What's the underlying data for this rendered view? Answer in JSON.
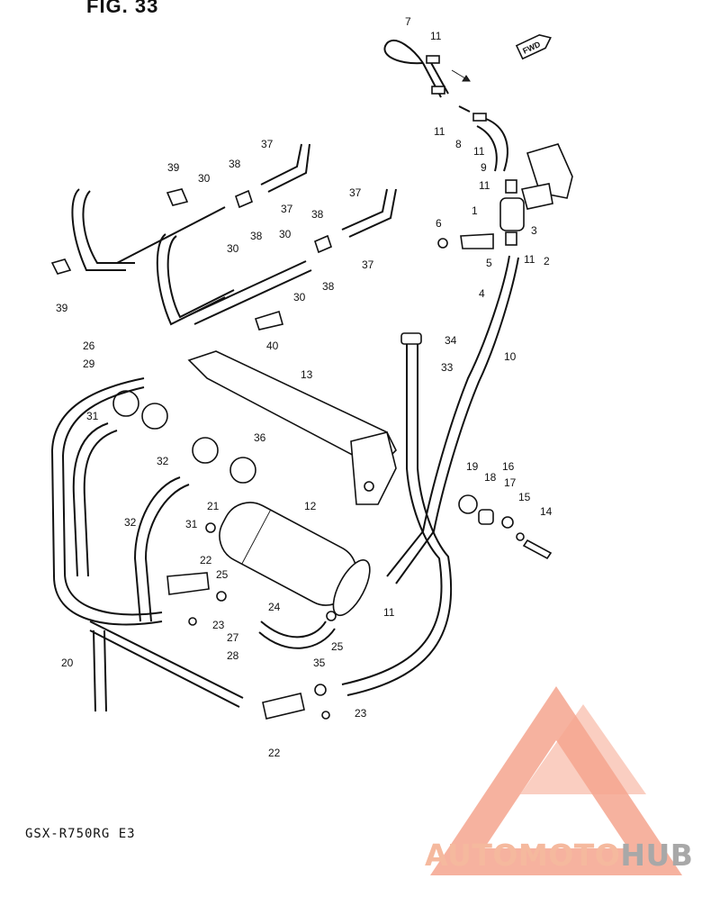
{
  "figure": {
    "title": "FIG. 33",
    "model": "GSX-R750RG  E3",
    "direction": "FWD"
  },
  "watermark": {
    "text_a": "AUTOMOTO",
    "text_b": "HUB",
    "color_a": "#f08c6c",
    "color_b": "#9a9a9a"
  },
  "callouts": [
    "1",
    "2",
    "3",
    "4",
    "5",
    "6",
    "7",
    "8",
    "9",
    "10",
    "11",
    "12",
    "13",
    "14",
    "15",
    "16",
    "17",
    "18",
    "19",
    "20",
    "21",
    "22",
    "23",
    "24",
    "25",
    "26",
    "27",
    "28",
    "29",
    "30",
    "31",
    "32",
    "33",
    "34",
    "35",
    "36",
    "37",
    "38",
    "39",
    "40"
  ]
}
